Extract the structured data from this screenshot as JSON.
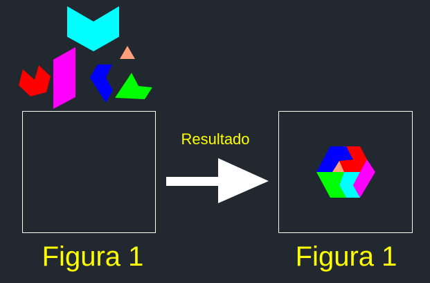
{
  "result_label": "Resultado",
  "left_caption": "Figura 1",
  "right_caption": "Figura 1",
  "colors": {
    "background": "#212830",
    "text": "#ffff00",
    "cyan": "#00ffff",
    "magenta": "#ff00ff",
    "red": "#ff0000",
    "blue": "#0000ff",
    "green": "#00ff00",
    "salmon": "#ffa07a",
    "frame": "#ffffff"
  }
}
